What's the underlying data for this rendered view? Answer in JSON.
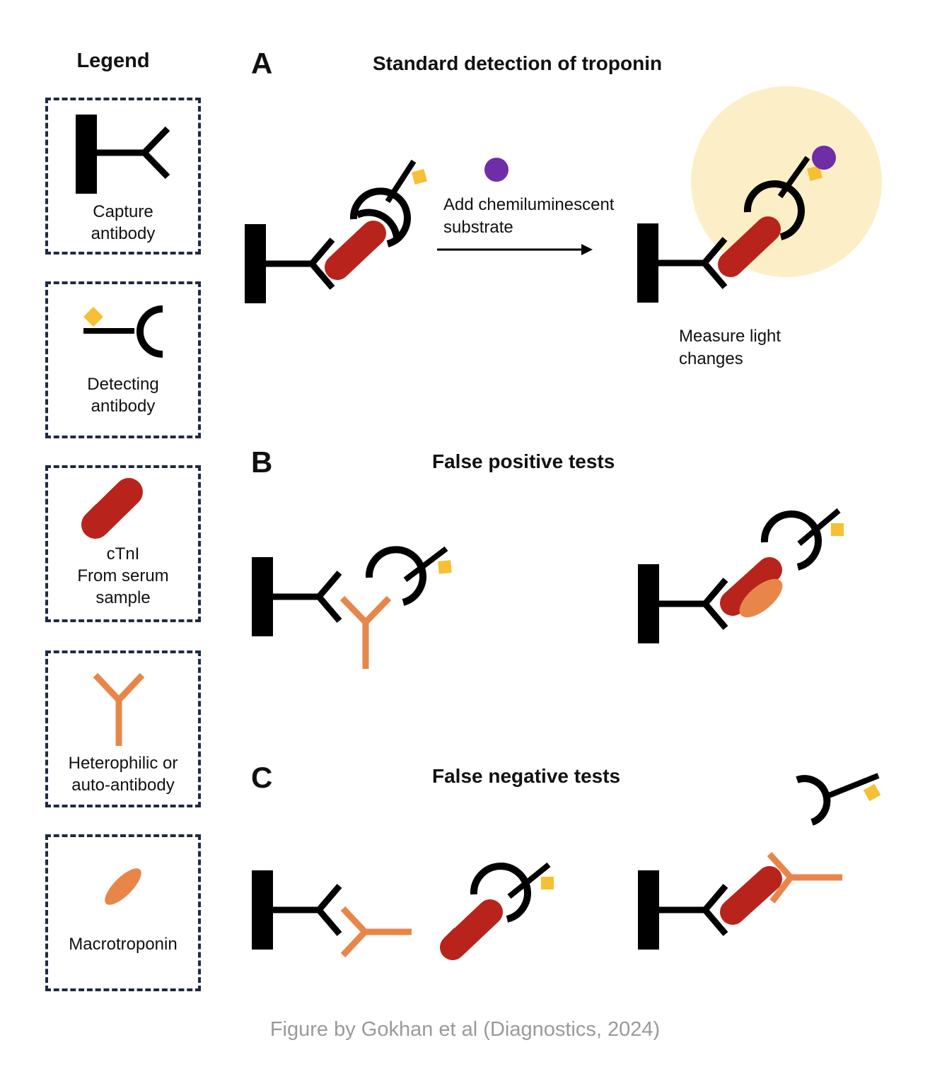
{
  "legend": {
    "title": "Legend",
    "items": [
      {
        "label": "Capture\nantibody"
      },
      {
        "label": "Detecting\nantibody"
      },
      {
        "label": "cTnI\nFrom serum\nsample"
      },
      {
        "label": "Heterophilic or\nauto-antibody"
      },
      {
        "label": "Macrotroponin"
      }
    ]
  },
  "panels": {
    "a": {
      "letter": "A",
      "title": "Standard detection of troponin",
      "step_label": "Add chemiluminescent\nsubstrate",
      "result_label": "Measure light\nchanges"
    },
    "b": {
      "letter": "B",
      "title": "False positive tests"
    },
    "c": {
      "letter": "C",
      "title": "False negative tests"
    }
  },
  "footer": "Figure by Gokhan et al (Diagnostics, 2024)",
  "colors": {
    "capture_antibody": "#000000",
    "troponin": "#b8241c",
    "heterophilic_antibody": "#e8864a",
    "macrotroponin": "#e8864a",
    "label_tag": "#f5c033",
    "substrate": "#6f2da8",
    "light_glow": "#fcefc7",
    "legend_border": "#1f2a44"
  }
}
